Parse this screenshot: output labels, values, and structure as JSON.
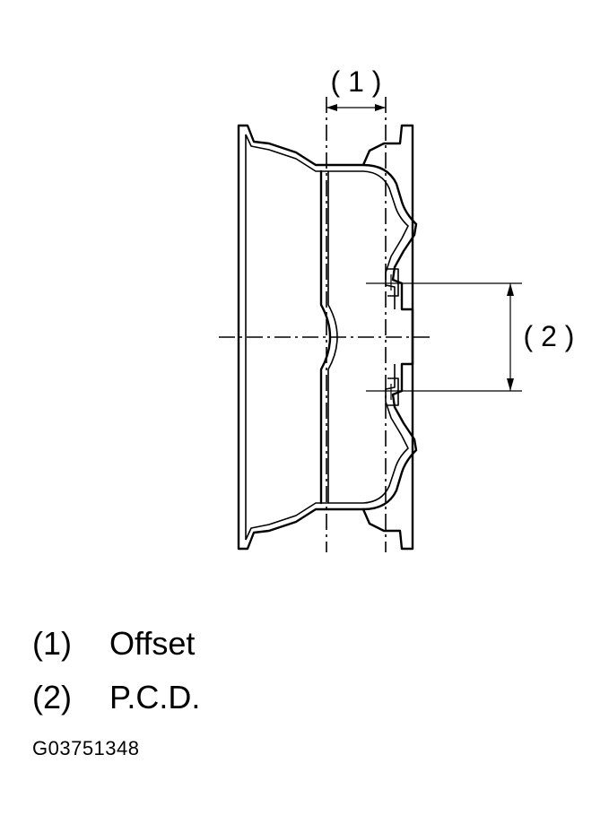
{
  "diagram": {
    "callout_offset": "( 1 )",
    "callout_pcd": "( 2 )"
  },
  "legend": [
    {
      "key": "(1)",
      "text": "Offset"
    },
    {
      "key": "(2)",
      "text": "P.C.D."
    }
  ],
  "figure_id": "G03751348"
}
